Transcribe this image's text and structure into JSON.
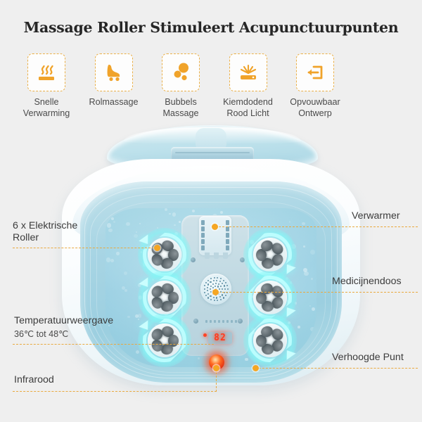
{
  "title": "Massage Roller Stimuleert Acupunctuurpunten",
  "colors": {
    "background": "#efefef",
    "accent_orange": "#f5a623",
    "badge_border": "#eab04a",
    "title_text": "#262626",
    "glow_cyan": "#8cf5f5",
    "infrared_red": "#ff4526"
  },
  "badges": [
    {
      "label": "Snelle\nVerwarming",
      "icon": "heat-waves-icon"
    },
    {
      "label": "Rolmassage",
      "icon": "roller-skate-icon"
    },
    {
      "label": "Bubbels\nMassage",
      "icon": "bubbles-icon"
    },
    {
      "label": "Kiemdodend\nRood Licht",
      "icon": "red-light-rays-icon"
    },
    {
      "label": "Opvouwbaar\nOntwerp",
      "icon": "foldable-arrow-icon"
    }
  ],
  "annotations": {
    "left": [
      {
        "label": "6 x Elektrische\nRoller",
        "sub": ""
      },
      {
        "label": "Temperatuurweergave",
        "sub": "36℃ tot 48℃"
      },
      {
        "label": "Infrarood",
        "sub": ""
      }
    ],
    "right": [
      {
        "label": "Verwarmer"
      },
      {
        "label": "Medicijnendoos"
      },
      {
        "label": "Verhoogde Punt"
      }
    ]
  },
  "product": {
    "led_display_value": "82",
    "roller_count": 6,
    "parts": {
      "lid": "lid",
      "hinge": "hinge",
      "basin": "basin",
      "heater": "heater-module",
      "bubble_disc": "bubble-disc",
      "infrared_lamp": "infrared-lamp",
      "control_panel": "control-panel"
    }
  }
}
